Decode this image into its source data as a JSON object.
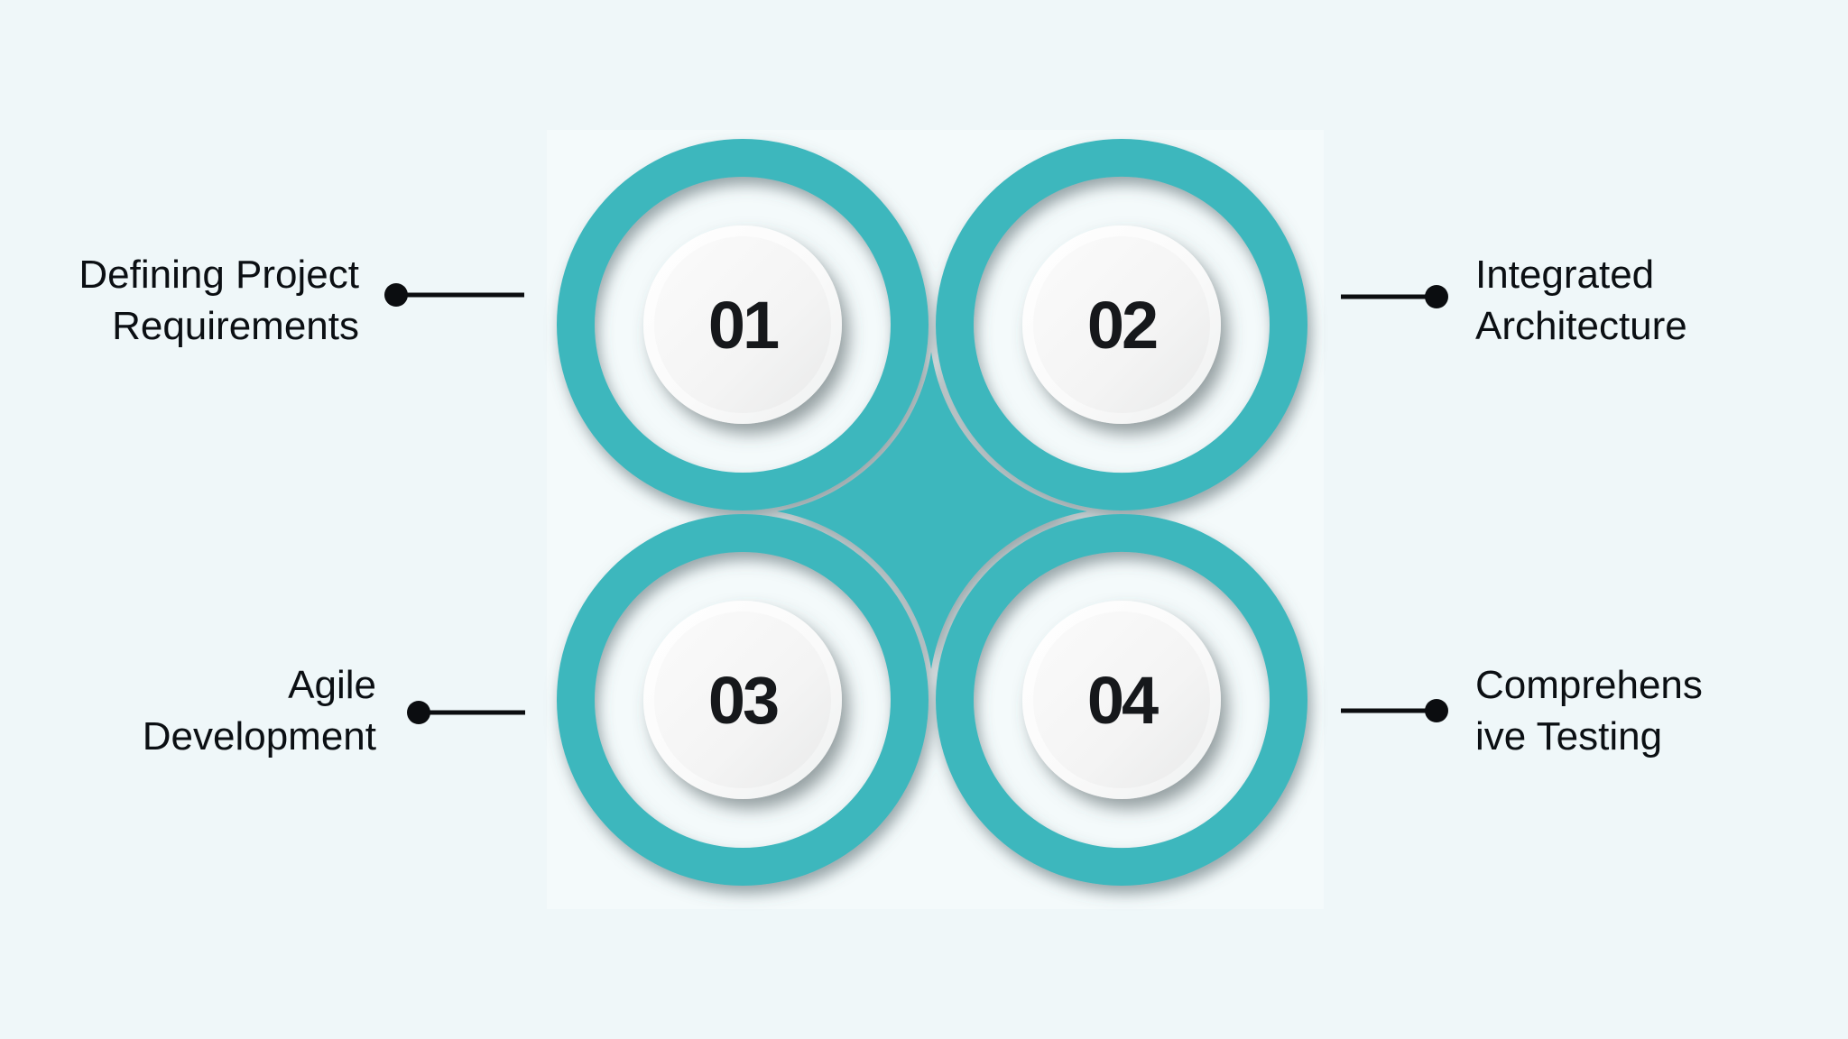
{
  "page": {
    "background_color": "#eff7f9",
    "panel_color": "#f4fafb"
  },
  "diagram": {
    "teal_color": "#3eb7bd",
    "connector_color": "#0b0d10",
    "number_color": "#16181b",
    "label_color": "#0b0f13",
    "white_circle_color": "#ffffff",
    "steps": [
      {
        "number": "01",
        "label": "Defining Project\nRequirements",
        "side": "left"
      },
      {
        "number": "02",
        "label": "Integrated\nArchitecture",
        "side": "right"
      },
      {
        "number": "03",
        "label": "Agile\nDevelopment",
        "side": "left"
      },
      {
        "number": "04",
        "label": "Comprehens\nive Testing",
        "side": "right"
      }
    ]
  }
}
